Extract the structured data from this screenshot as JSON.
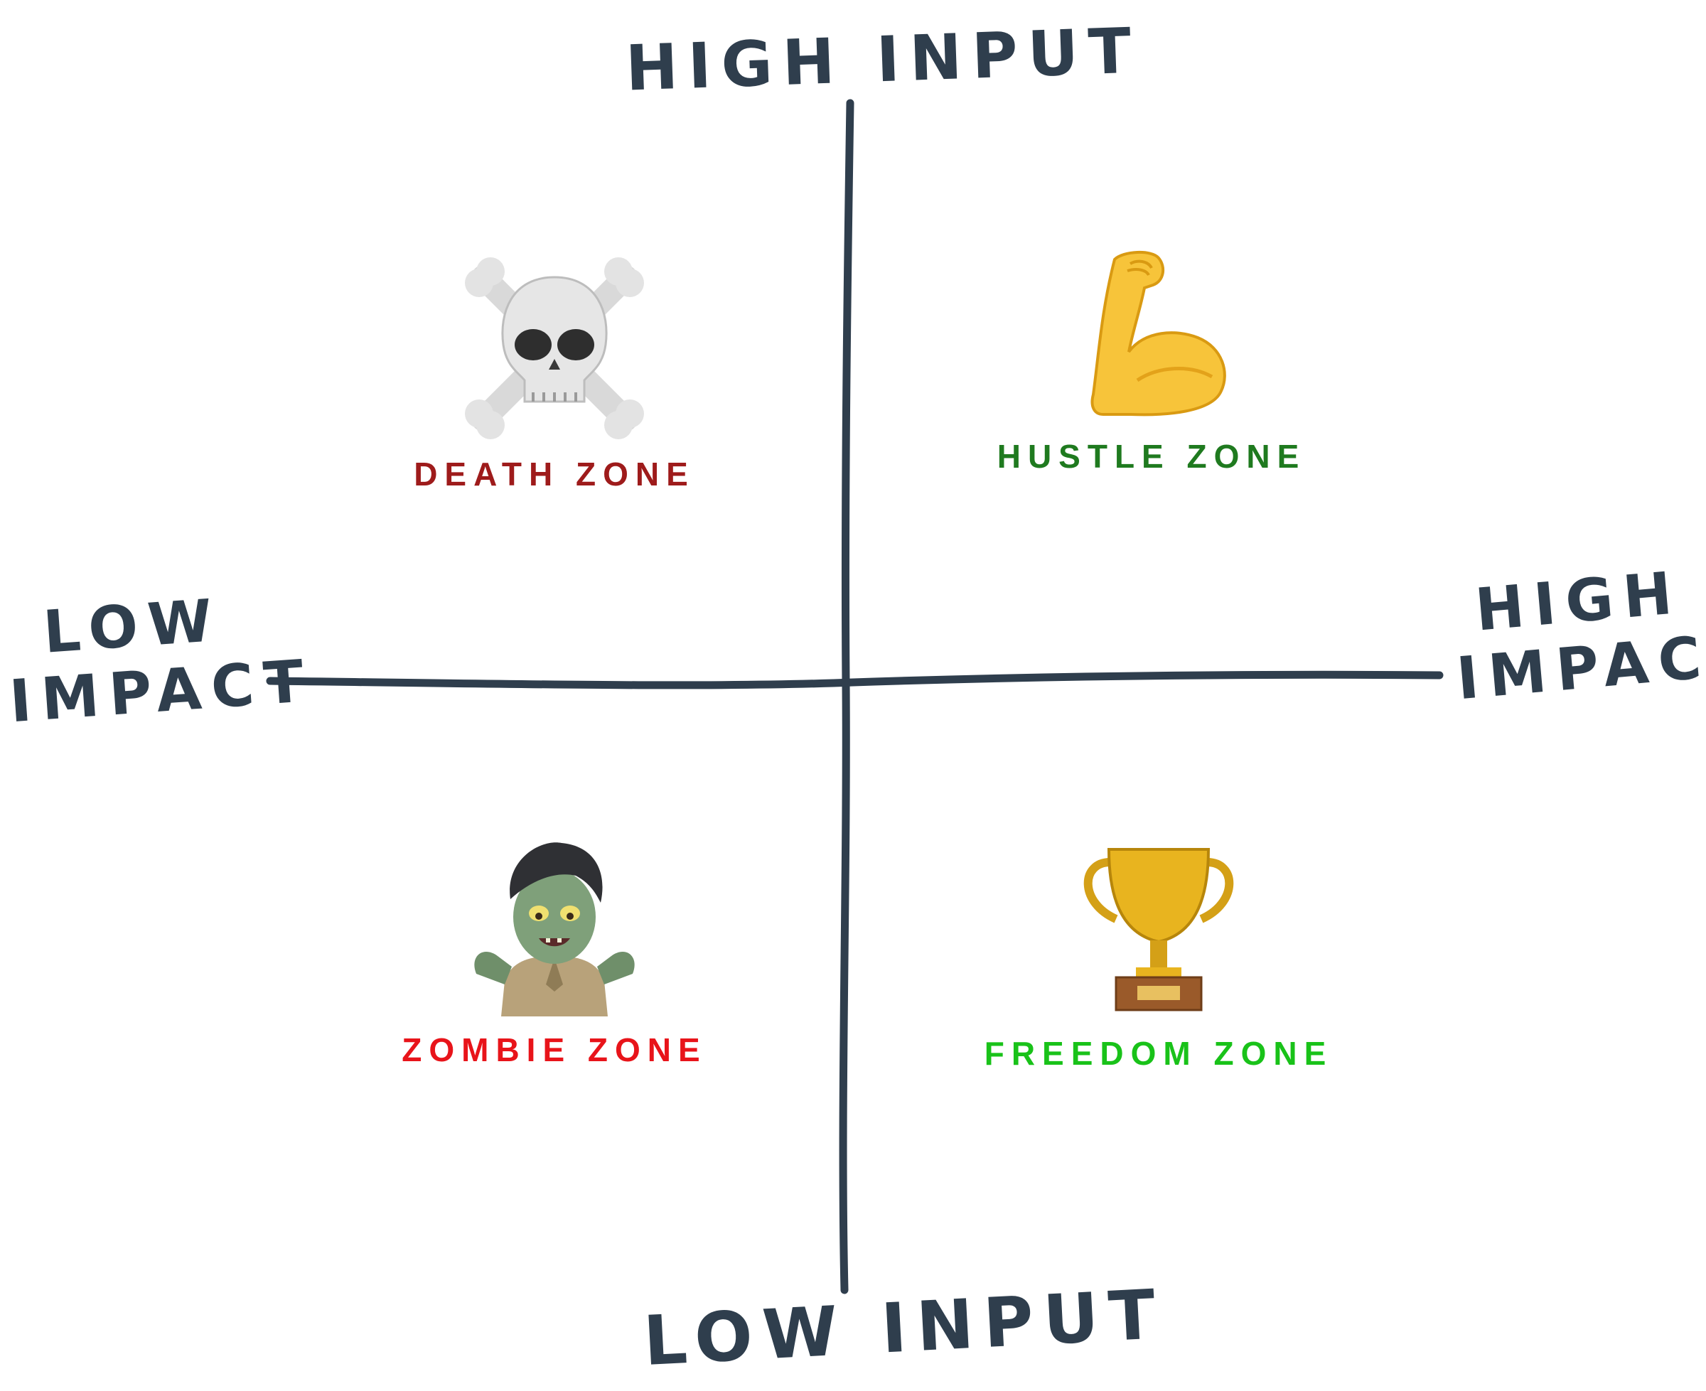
{
  "axes": {
    "top": "HIGH INPUT",
    "bottom": "LOW INPUT",
    "left": [
      "LOW",
      "IMPACT"
    ],
    "right": [
      "HIGH",
      "IMPACT"
    ],
    "stroke_color": "#2f3e4d"
  },
  "zones": {
    "death": {
      "label": "DEATH ZONE",
      "icon": "skull-and-crossbones-icon",
      "color": "#9e1b1b"
    },
    "hustle": {
      "label": "HUSTLE ZONE",
      "icon": "flexed-biceps-icon",
      "color": "#1f7a1f"
    },
    "zombie": {
      "label": "ZOMBIE ZONE",
      "icon": "zombie-icon",
      "color": "#e8141a"
    },
    "freedom": {
      "label": "FREEDOM ZONE",
      "icon": "trophy-icon",
      "color": "#19c219"
    }
  }
}
